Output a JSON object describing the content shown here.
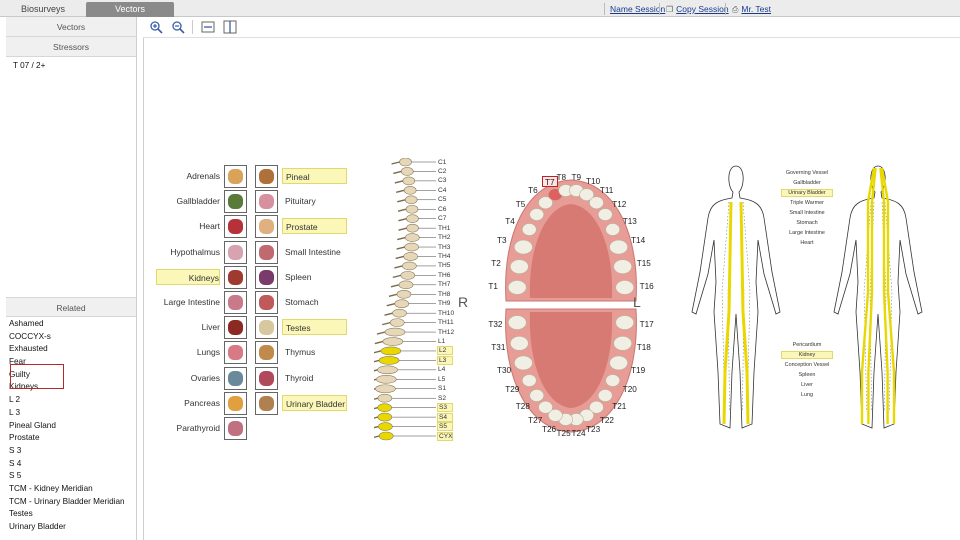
{
  "tabs": [
    {
      "label": "Biosurveys"
    },
    {
      "label": "Vectors"
    }
  ],
  "header_links": {
    "name_session": "Name Session",
    "copy_session": "Copy Session",
    "user": "Mr. Test"
  },
  "left_panel": {
    "vectors_label": "Vectors",
    "stressors_label": "Stressors",
    "stressors": [
      "T 07 / 2+"
    ],
    "related_label": "Related",
    "related": [
      "Ashamed",
      "COCCYX-s",
      "Exhausted",
      "Fear",
      "Guilty",
      "Kidneys",
      "L 2",
      "L 3",
      "Pineal Gland",
      "Prostate",
      "S 3",
      "S 4",
      "S 5",
      "TCM - Kidney Meridian",
      "TCM - Urinary Bladder Meridian",
      "Testes",
      "Urinary Bladder"
    ]
  },
  "toolbar": {
    "icons": [
      "zoom-in-icon",
      "zoom-out-icon",
      "fit-width-icon",
      "split-view-icon"
    ]
  },
  "organs_left": [
    {
      "label": "Adrenals",
      "highlighted": false,
      "color": "#d9a35a"
    },
    {
      "label": "Gallbladder",
      "highlighted": false,
      "color": "#5a7a3a"
    },
    {
      "label": "Heart",
      "highlighted": false,
      "color": "#b5323a"
    },
    {
      "label": "Hypothalmus",
      "highlighted": false,
      "color": "#d7a3b0"
    },
    {
      "label": "Kidneys",
      "highlighted": true,
      "color": "#9e3a2e"
    },
    {
      "label": "Large Intestine",
      "highlighted": false,
      "color": "#c97a8a"
    },
    {
      "label": "Liver",
      "highlighted": false,
      "color": "#8a2a22"
    },
    {
      "label": "Lungs",
      "highlighted": false,
      "color": "#d77a86"
    },
    {
      "label": "Ovaries",
      "highlighted": false,
      "color": "#6a8a9a"
    },
    {
      "label": "Pancreas",
      "highlighted": false,
      "color": "#e0a040"
    },
    {
      "label": "Parathyroid",
      "highlighted": false,
      "color": "#c07080"
    }
  ],
  "organs_right": [
    {
      "label": "Pineal",
      "highlighted": true,
      "color": "#b0703a"
    },
    {
      "label": "Pituitary",
      "highlighted": false,
      "color": "#d790a0"
    },
    {
      "label": "Prostate",
      "highlighted": true,
      "color": "#e0b080"
    },
    {
      "label": "Small Intestine",
      "highlighted": false,
      "color": "#c06a70"
    },
    {
      "label": "Spleen",
      "highlighted": false,
      "color": "#7a3a6a"
    },
    {
      "label": "Stomach",
      "highlighted": false,
      "color": "#c05a5a"
    },
    {
      "label": "Testes",
      "highlighted": true,
      "color": "#d8c8a0"
    },
    {
      "label": "Thymus",
      "highlighted": false,
      "color": "#c08a4a"
    },
    {
      "label": "Thyroid",
      "highlighted": false,
      "color": "#b04a5a"
    },
    {
      "label": "Urinary Bladder",
      "highlighted": true,
      "color": "#b08050"
    }
  ],
  "spine_labels": [
    {
      "label": "C1",
      "highlighted": false
    },
    {
      "label": "C2",
      "highlighted": false
    },
    {
      "label": "C3",
      "highlighted": false
    },
    {
      "label": "C4",
      "highlighted": false
    },
    {
      "label": "C5",
      "highlighted": false
    },
    {
      "label": "C6",
      "highlighted": false
    },
    {
      "label": "C7",
      "highlighted": false
    },
    {
      "label": "TH1",
      "highlighted": false
    },
    {
      "label": "TH2",
      "highlighted": false
    },
    {
      "label": "TH3",
      "highlighted": false
    },
    {
      "label": "TH4",
      "highlighted": false
    },
    {
      "label": "TH5",
      "highlighted": false
    },
    {
      "label": "TH6",
      "highlighted": false
    },
    {
      "label": "TH7",
      "highlighted": false
    },
    {
      "label": "TH8",
      "highlighted": false
    },
    {
      "label": "TH9",
      "highlighted": false
    },
    {
      "label": "TH10",
      "highlighted": false
    },
    {
      "label": "TH11",
      "highlighted": false
    },
    {
      "label": "TH12",
      "highlighted": false
    },
    {
      "label": "L1",
      "highlighted": false
    },
    {
      "label": "L2",
      "highlighted": true
    },
    {
      "label": "L3",
      "highlighted": true
    },
    {
      "label": "L4",
      "highlighted": false
    },
    {
      "label": "L5",
      "highlighted": false
    },
    {
      "label": "S1",
      "highlighted": false
    },
    {
      "label": "S2",
      "highlighted": false
    },
    {
      "label": "S3",
      "highlighted": true
    },
    {
      "label": "S4",
      "highlighted": true
    },
    {
      "label": "S5",
      "highlighted": true
    },
    {
      "label": "CYX",
      "highlighted": true
    }
  ],
  "teeth": {
    "upper": [
      "T1",
      "T2",
      "T3",
      "T4",
      "T5",
      "T6",
      "T7",
      "T8",
      "T9",
      "T10",
      "T11",
      "T12",
      "T13",
      "T14",
      "T15",
      "T16"
    ],
    "lower": [
      "T17",
      "T18",
      "T19",
      "T20",
      "T21",
      "T22",
      "T23",
      "T24",
      "T25",
      "T26",
      "T27",
      "T28",
      "T29",
      "T30",
      "T31",
      "T32"
    ],
    "highlighted": "T7",
    "right_letter": "R",
    "left_letter": "L"
  },
  "meridians": {
    "upper": [
      {
        "label": "Governing Vessel",
        "highlighted": false
      },
      {
        "label": "Gallbladder",
        "highlighted": false
      },
      {
        "label": "Urinary Bladder",
        "highlighted": true
      },
      {
        "label": "Triple Warmer",
        "highlighted": false
      },
      {
        "label": "Small Intestine",
        "highlighted": false
      },
      {
        "label": "Stomach",
        "highlighted": false
      },
      {
        "label": "Large Intestine",
        "highlighted": false
      },
      {
        "label": "Heart",
        "highlighted": false
      }
    ],
    "lower": [
      {
        "label": "Pericardium",
        "highlighted": false
      },
      {
        "label": "Kidney",
        "highlighted": true
      },
      {
        "label": "Conception Vessel",
        "highlighted": false
      },
      {
        "label": "Spleen",
        "highlighted": false
      },
      {
        "label": "Liver",
        "highlighted": false
      },
      {
        "label": "Lung",
        "highlighted": false
      }
    ]
  },
  "colors": {
    "highlight": "#fbf7b8",
    "highlight_border": "#e2d870",
    "meridian_highlight": "#e8d800",
    "selection_box": "#b22a2a",
    "gum": "#e79c96",
    "tooth": "#f1efe4"
  }
}
